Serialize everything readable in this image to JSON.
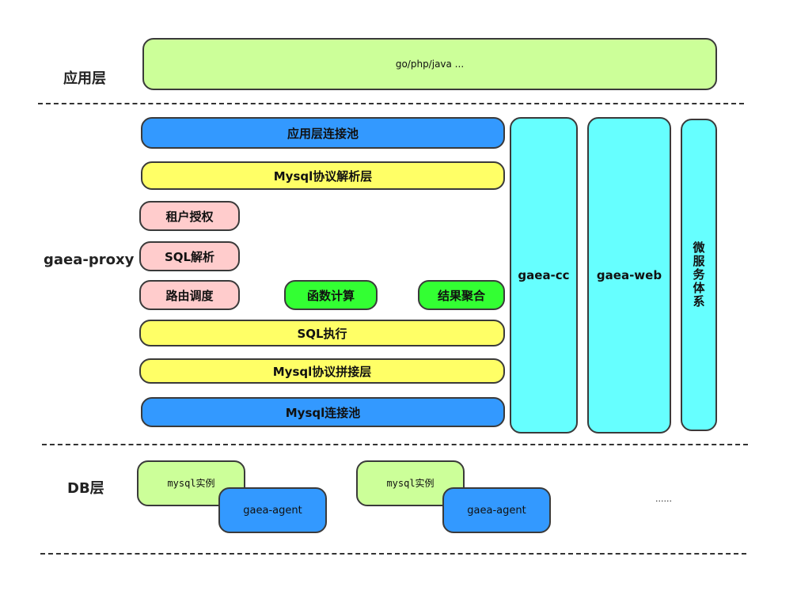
{
  "layers": {
    "app": "应用层",
    "proxy": "gaea-proxy",
    "db": "DB层"
  },
  "app_layer": {
    "languages": "go/php/java ..."
  },
  "proxy_layer": {
    "app_conn_pool": "应用层连接池",
    "mysql_protocol_parse": "Mysql协议解析层",
    "tenant_auth": "租户授权",
    "sql_parse": "SQL解析",
    "routing": "路由调度",
    "func_calc": "函数计算",
    "result_merge": "结果聚合",
    "sql_exec": "SQL执行",
    "mysql_protocol_build": "Mysql协议拼接层",
    "mysql_conn_pool": "Mysql连接池",
    "gaea_cc": "gaea-cc",
    "gaea_web": "gaea-web",
    "microservice": "微服务体系"
  },
  "db_layer": {
    "instances": [
      {
        "mysql": "mysql实例",
        "agent": "gaea-agent"
      },
      {
        "mysql": "mysql实例",
        "agent": "gaea-agent"
      }
    ],
    "more": "......"
  },
  "colors": {
    "light_green": "#ccff99",
    "blue": "#3399ff",
    "yellow": "#ffff66",
    "pink": "#ffcccc",
    "green": "#33ff33",
    "cyan": "#66ffff"
  }
}
